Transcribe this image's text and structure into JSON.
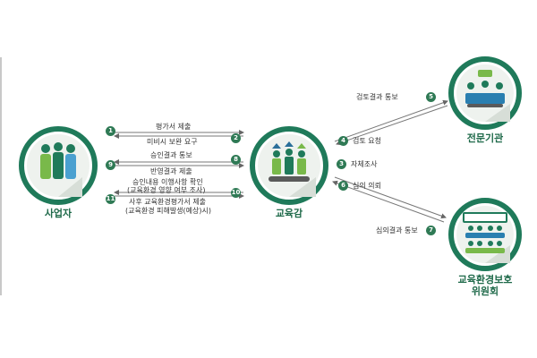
{
  "nodes": {
    "business": "사업자",
    "superintendent": "교육감",
    "expert": "전문기관",
    "committee_line1": "교육환경보호",
    "committee_line2": "위원회"
  },
  "flows": {
    "s1": "평가서 제출",
    "s2": "미비시 보완 요구",
    "s8": "승인결과 통보",
    "s9": "반영결과 제출",
    "s10_line1": "승인내용 이행사항 확인",
    "s10_line2": "(교육환경 영향 여부 조사)",
    "s11_line1": "사후 교육환경평가서 제출",
    "s11_line2": "(교육환경 피해발생(예상)시)",
    "s3": "자체조사",
    "s4": "검토 요청",
    "s5": "검토결과 통보",
    "s6": "심의 의뢰",
    "s7": "심의결과 통보"
  },
  "step_numbers": [
    "1",
    "2",
    "3",
    "4",
    "5",
    "6",
    "7",
    "8",
    "9",
    "10",
    "11"
  ],
  "colors": {
    "ring": "#1f7a5a",
    "ring_light": "#e9efe9",
    "badge": "#2f7a55",
    "arrow": "#7a7a7a",
    "title": "#1f6a4a"
  }
}
